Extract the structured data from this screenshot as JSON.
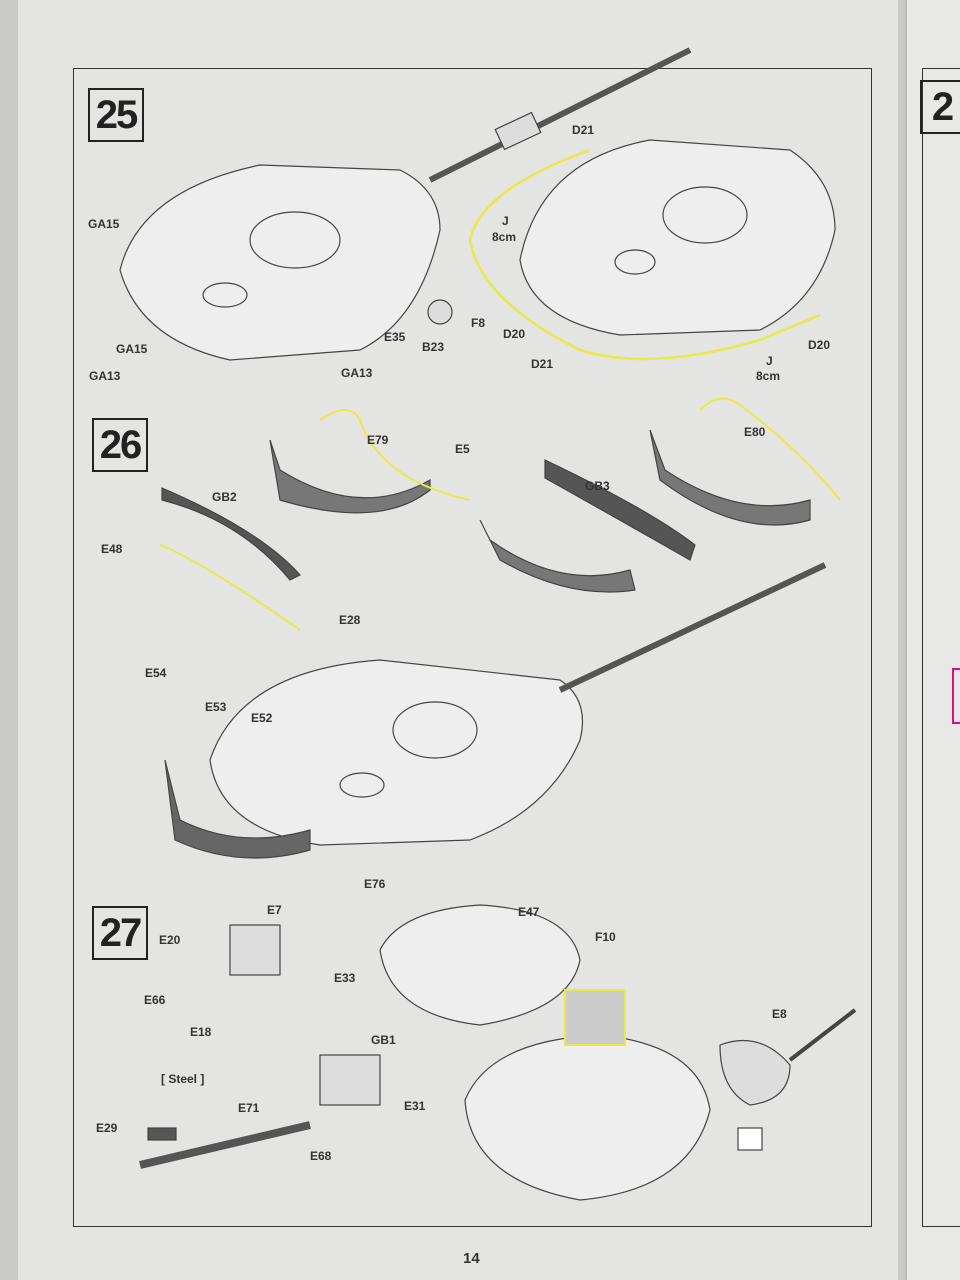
{
  "page_number": "14",
  "steps": [
    {
      "number": "25",
      "labels": [
        "GA15",
        "GA15",
        "GA13",
        "GA13",
        "E35",
        "B23",
        "F8",
        "D21",
        "J",
        "8cm",
        "D20",
        "D21",
        "D20",
        "J",
        "8cm"
      ]
    },
    {
      "number": "26",
      "labels": [
        "E79",
        "E5",
        "GB2",
        "E48",
        "E28",
        "E54",
        "E53",
        "E52",
        "GB3",
        "E80",
        "E76"
      ]
    },
    {
      "number": "27",
      "labels": [
        "E7",
        "E20",
        "E66",
        "E18",
        "E33",
        "GB1",
        "[ Steel ]",
        "E71",
        "E29",
        "E68",
        "E31",
        "E47",
        "F10",
        "E8"
      ]
    }
  ],
  "next_page_step": "2",
  "colors": {
    "highlight": "#e6ea4a",
    "frame": "#333333",
    "page": "#e4e4e2",
    "marker": "#d0147a"
  }
}
